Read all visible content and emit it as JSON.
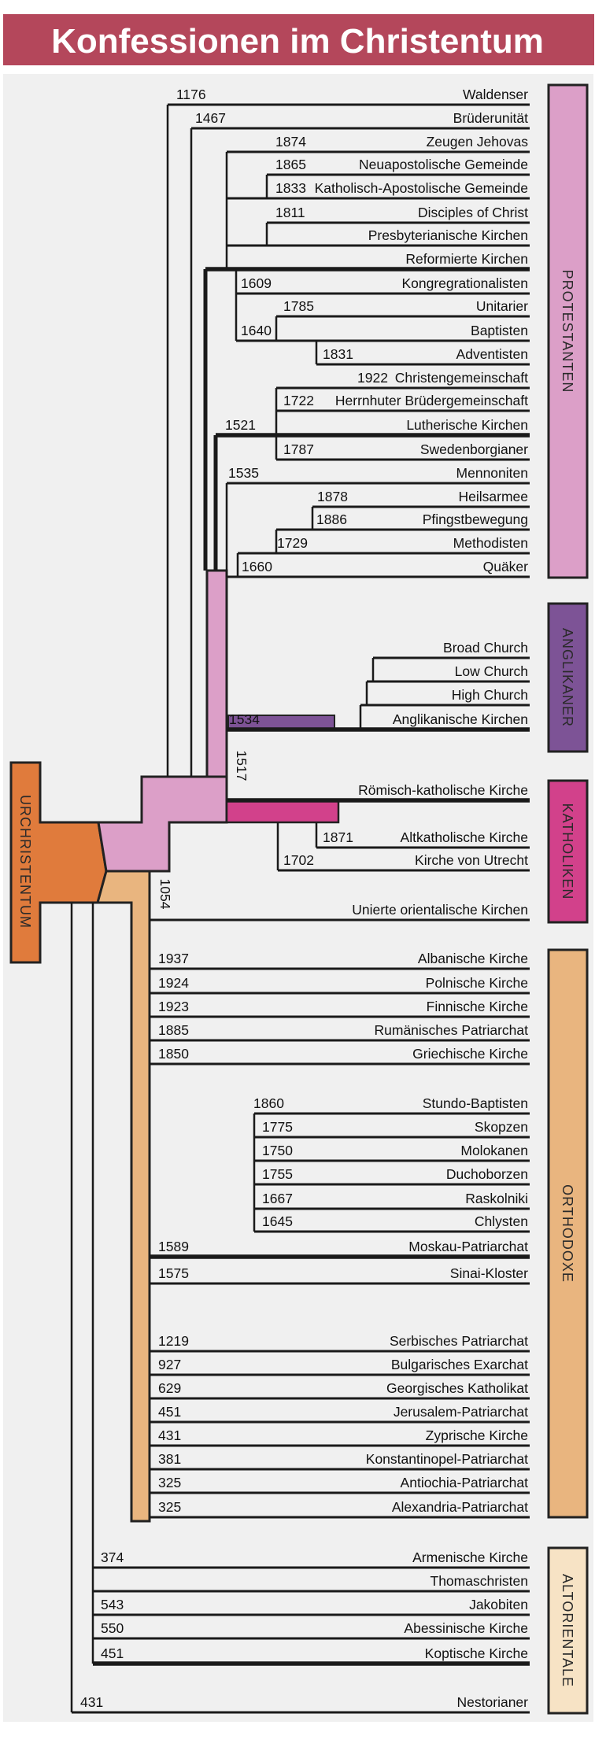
{
  "title": "Konfessionen im Christentum",
  "root_label": "URCHRISTENTUM",
  "colors": {
    "title_bg": "#b4475b",
    "background": "#f0f0f0",
    "urchristentum": "#e07b3c",
    "protestanten": "#dc9fc8",
    "anglikaner": "#7d5396",
    "katholiken": "#d2418b",
    "orthodoxe": "#e9b57f",
    "altorientale": "#f7e3c5"
  },
  "groups": [
    {
      "label": "PROTESTANTEN"
    },
    {
      "label": "ANGLIKANER"
    },
    {
      "label": "KATHOLIKEN"
    },
    {
      "label": "ORTHODOXE"
    },
    {
      "label": "ALTORIENTALE"
    }
  ],
  "split_years": {
    "reformation": "1517",
    "schisma": "1054"
  },
  "rows": [
    {
      "label": "Waldenser",
      "year": "1176"
    },
    {
      "label": "Brüderunität",
      "year": "1467"
    },
    {
      "label": "Zeugen Jehovas",
      "year": "1874"
    },
    {
      "label": "Neuapostolische Gemeinde",
      "year": "1865"
    },
    {
      "label": "Katholisch-Apostolische Gemeinde",
      "year": "1833"
    },
    {
      "label": "Disciples of Christ",
      "year": "1811"
    },
    {
      "label": "Presbyterianische Kirchen",
      "year": null
    },
    {
      "label": "Reformierte Kirchen",
      "year": null
    },
    {
      "label": "Kongregrationalisten",
      "year": "1609"
    },
    {
      "label": "Unitarier",
      "year": "1785"
    },
    {
      "label": "Baptisten",
      "year": "1640"
    },
    {
      "label": "Adventisten",
      "year": "1831"
    },
    {
      "label": "Christengemeinschaft",
      "year": "1922"
    },
    {
      "label": "Herrnhuter Brüdergemeinschaft",
      "year": "1722"
    },
    {
      "label": "Lutherische Kirchen",
      "year": "1521"
    },
    {
      "label": "Swedenborgianer",
      "year": "1787"
    },
    {
      "label": "Mennoniten",
      "year": "1535"
    },
    {
      "label": "Heilsarmee",
      "year": "1878"
    },
    {
      "label": "Pfingstbewegung",
      "year": "1886"
    },
    {
      "label": "Methodisten",
      "year": "1729"
    },
    {
      "label": "Quäker",
      "year": "1660"
    },
    {
      "label": "Broad Church",
      "year": null
    },
    {
      "label": "Low Church",
      "year": null
    },
    {
      "label": "High Church",
      "year": null
    },
    {
      "label": "Anglikanische Kirchen",
      "year": "1534"
    },
    {
      "label": "Römisch-katholische Kirche",
      "year": null
    },
    {
      "label": "Altkatholische Kirche",
      "year": "1871"
    },
    {
      "label": "Kirche von Utrecht",
      "year": "1702"
    },
    {
      "label": "Unierte orientalische Kirchen",
      "year": null
    },
    {
      "label": "Albanische Kirche",
      "year": "1937"
    },
    {
      "label": "Polnische Kirche",
      "year": "1924"
    },
    {
      "label": "Finnische Kirche",
      "year": "1923"
    },
    {
      "label": "Rumänisches Patriarchat",
      "year": "1885"
    },
    {
      "label": "Griechische Kirche",
      "year": "1850"
    },
    {
      "label": "Stundo-Baptisten",
      "year": "1860"
    },
    {
      "label": "Skopzen",
      "year": "1775"
    },
    {
      "label": "Molokanen",
      "year": "1750"
    },
    {
      "label": "Duchoborzen",
      "year": "1755"
    },
    {
      "label": "Raskolniki",
      "year": "1667"
    },
    {
      "label": "Chlysten",
      "year": "1645"
    },
    {
      "label": "Moskau-Patriarchat",
      "year": "1589"
    },
    {
      "label": "Sinai-Kloster",
      "year": "1575"
    },
    {
      "label": "Serbisches Patriarchat",
      "year": "1219"
    },
    {
      "label": "Bulgarisches Exarchat",
      "year": "927"
    },
    {
      "label": "Georgisches Katholikat",
      "year": "629"
    },
    {
      "label": "Jerusalem-Patriarchat",
      "year": "451"
    },
    {
      "label": "Zyprische Kirche",
      "year": "431"
    },
    {
      "label": "Konstantinopel-Patriarchat",
      "year": "381"
    },
    {
      "label": "Antiochia-Patriarchat",
      "year": "325"
    },
    {
      "label": "Alexandria-Patriarchat",
      "year": "325"
    },
    {
      "label": "Armenische Kirche",
      "year": "374"
    },
    {
      "label": "Thomaschristen",
      "year": null
    },
    {
      "label": "Jakobiten",
      "year": "543"
    },
    {
      "label": "Abessinische Kirche",
      "year": "550"
    },
    {
      "label": "Koptische Kirche",
      "year": "451"
    },
    {
      "label": "Nestorianer",
      "year": "431"
    }
  ]
}
